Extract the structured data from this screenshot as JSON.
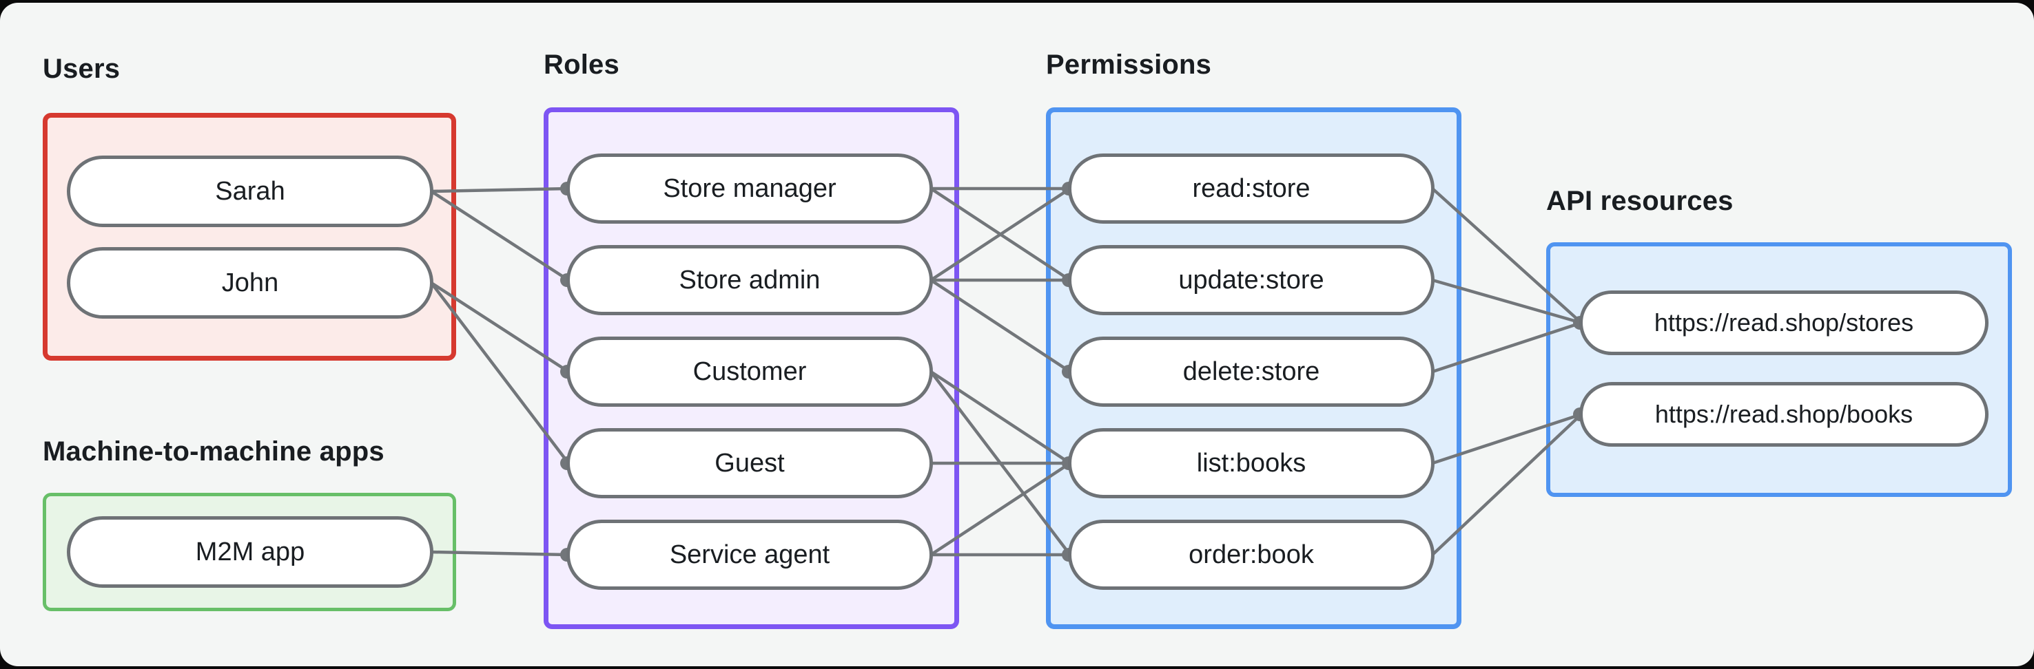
{
  "sections": {
    "users": {
      "label": "Users",
      "nodes": [
        {
          "id": "sarah",
          "label": "Sarah"
        },
        {
          "id": "john",
          "label": "John"
        }
      ]
    },
    "m2m": {
      "label": "Machine-to-machine apps",
      "nodes": [
        {
          "id": "m2m-app",
          "label": "M2M app"
        }
      ]
    },
    "roles": {
      "label": "Roles",
      "nodes": [
        {
          "id": "store-manager",
          "label": "Store manager"
        },
        {
          "id": "store-admin",
          "label": "Store admin"
        },
        {
          "id": "customer",
          "label": "Customer"
        },
        {
          "id": "guest",
          "label": "Guest"
        },
        {
          "id": "service-agent",
          "label": "Service agent"
        }
      ]
    },
    "permissions": {
      "label": "Permissions",
      "nodes": [
        {
          "id": "read-store",
          "label": "read:store"
        },
        {
          "id": "update-store",
          "label": "update:store"
        },
        {
          "id": "delete-store",
          "label": "delete:store"
        },
        {
          "id": "list-books",
          "label": "list:books"
        },
        {
          "id": "order-book",
          "label": "order:book"
        }
      ]
    },
    "api": {
      "label": "API resources",
      "nodes": [
        {
          "id": "res-stores",
          "label": "https://read.shop/stores"
        },
        {
          "id": "res-books",
          "label": "https://read.shop/books"
        }
      ]
    }
  },
  "edges": [
    [
      "sarah",
      "store-manager"
    ],
    [
      "sarah",
      "store-admin"
    ],
    [
      "john",
      "customer"
    ],
    [
      "john",
      "guest"
    ],
    [
      "m2m-app",
      "service-agent"
    ],
    [
      "store-manager",
      "read-store"
    ],
    [
      "store-manager",
      "update-store"
    ],
    [
      "store-admin",
      "read-store"
    ],
    [
      "store-admin",
      "update-store"
    ],
    [
      "store-admin",
      "delete-store"
    ],
    [
      "customer",
      "list-books"
    ],
    [
      "customer",
      "order-book"
    ],
    [
      "guest",
      "list-books"
    ],
    [
      "service-agent",
      "list-books"
    ],
    [
      "service-agent",
      "order-book"
    ],
    [
      "read-store",
      "res-stores"
    ],
    [
      "update-store",
      "res-stores"
    ],
    [
      "delete-store",
      "res-stores"
    ],
    [
      "list-books",
      "res-books"
    ],
    [
      "order-book",
      "res-books"
    ]
  ],
  "colors": {
    "background": "#f4f6f5",
    "text": "#191d21",
    "users_box": "#d6392f",
    "users_fill": "#fcebe9",
    "m2m_box": "#67bf68",
    "m2m_fill": "#e8f5e7",
    "roles_box": "#7d55f3",
    "roles_fill": "#f4eefe",
    "permissions_box": "#4f94f1",
    "permissions_fill": "#e0eefc",
    "api_box": "#4f94f1",
    "api_fill": "#e0eefc",
    "node_fill": "#ffffff",
    "node_border": "#6e7276",
    "connector": "#72767a"
  }
}
